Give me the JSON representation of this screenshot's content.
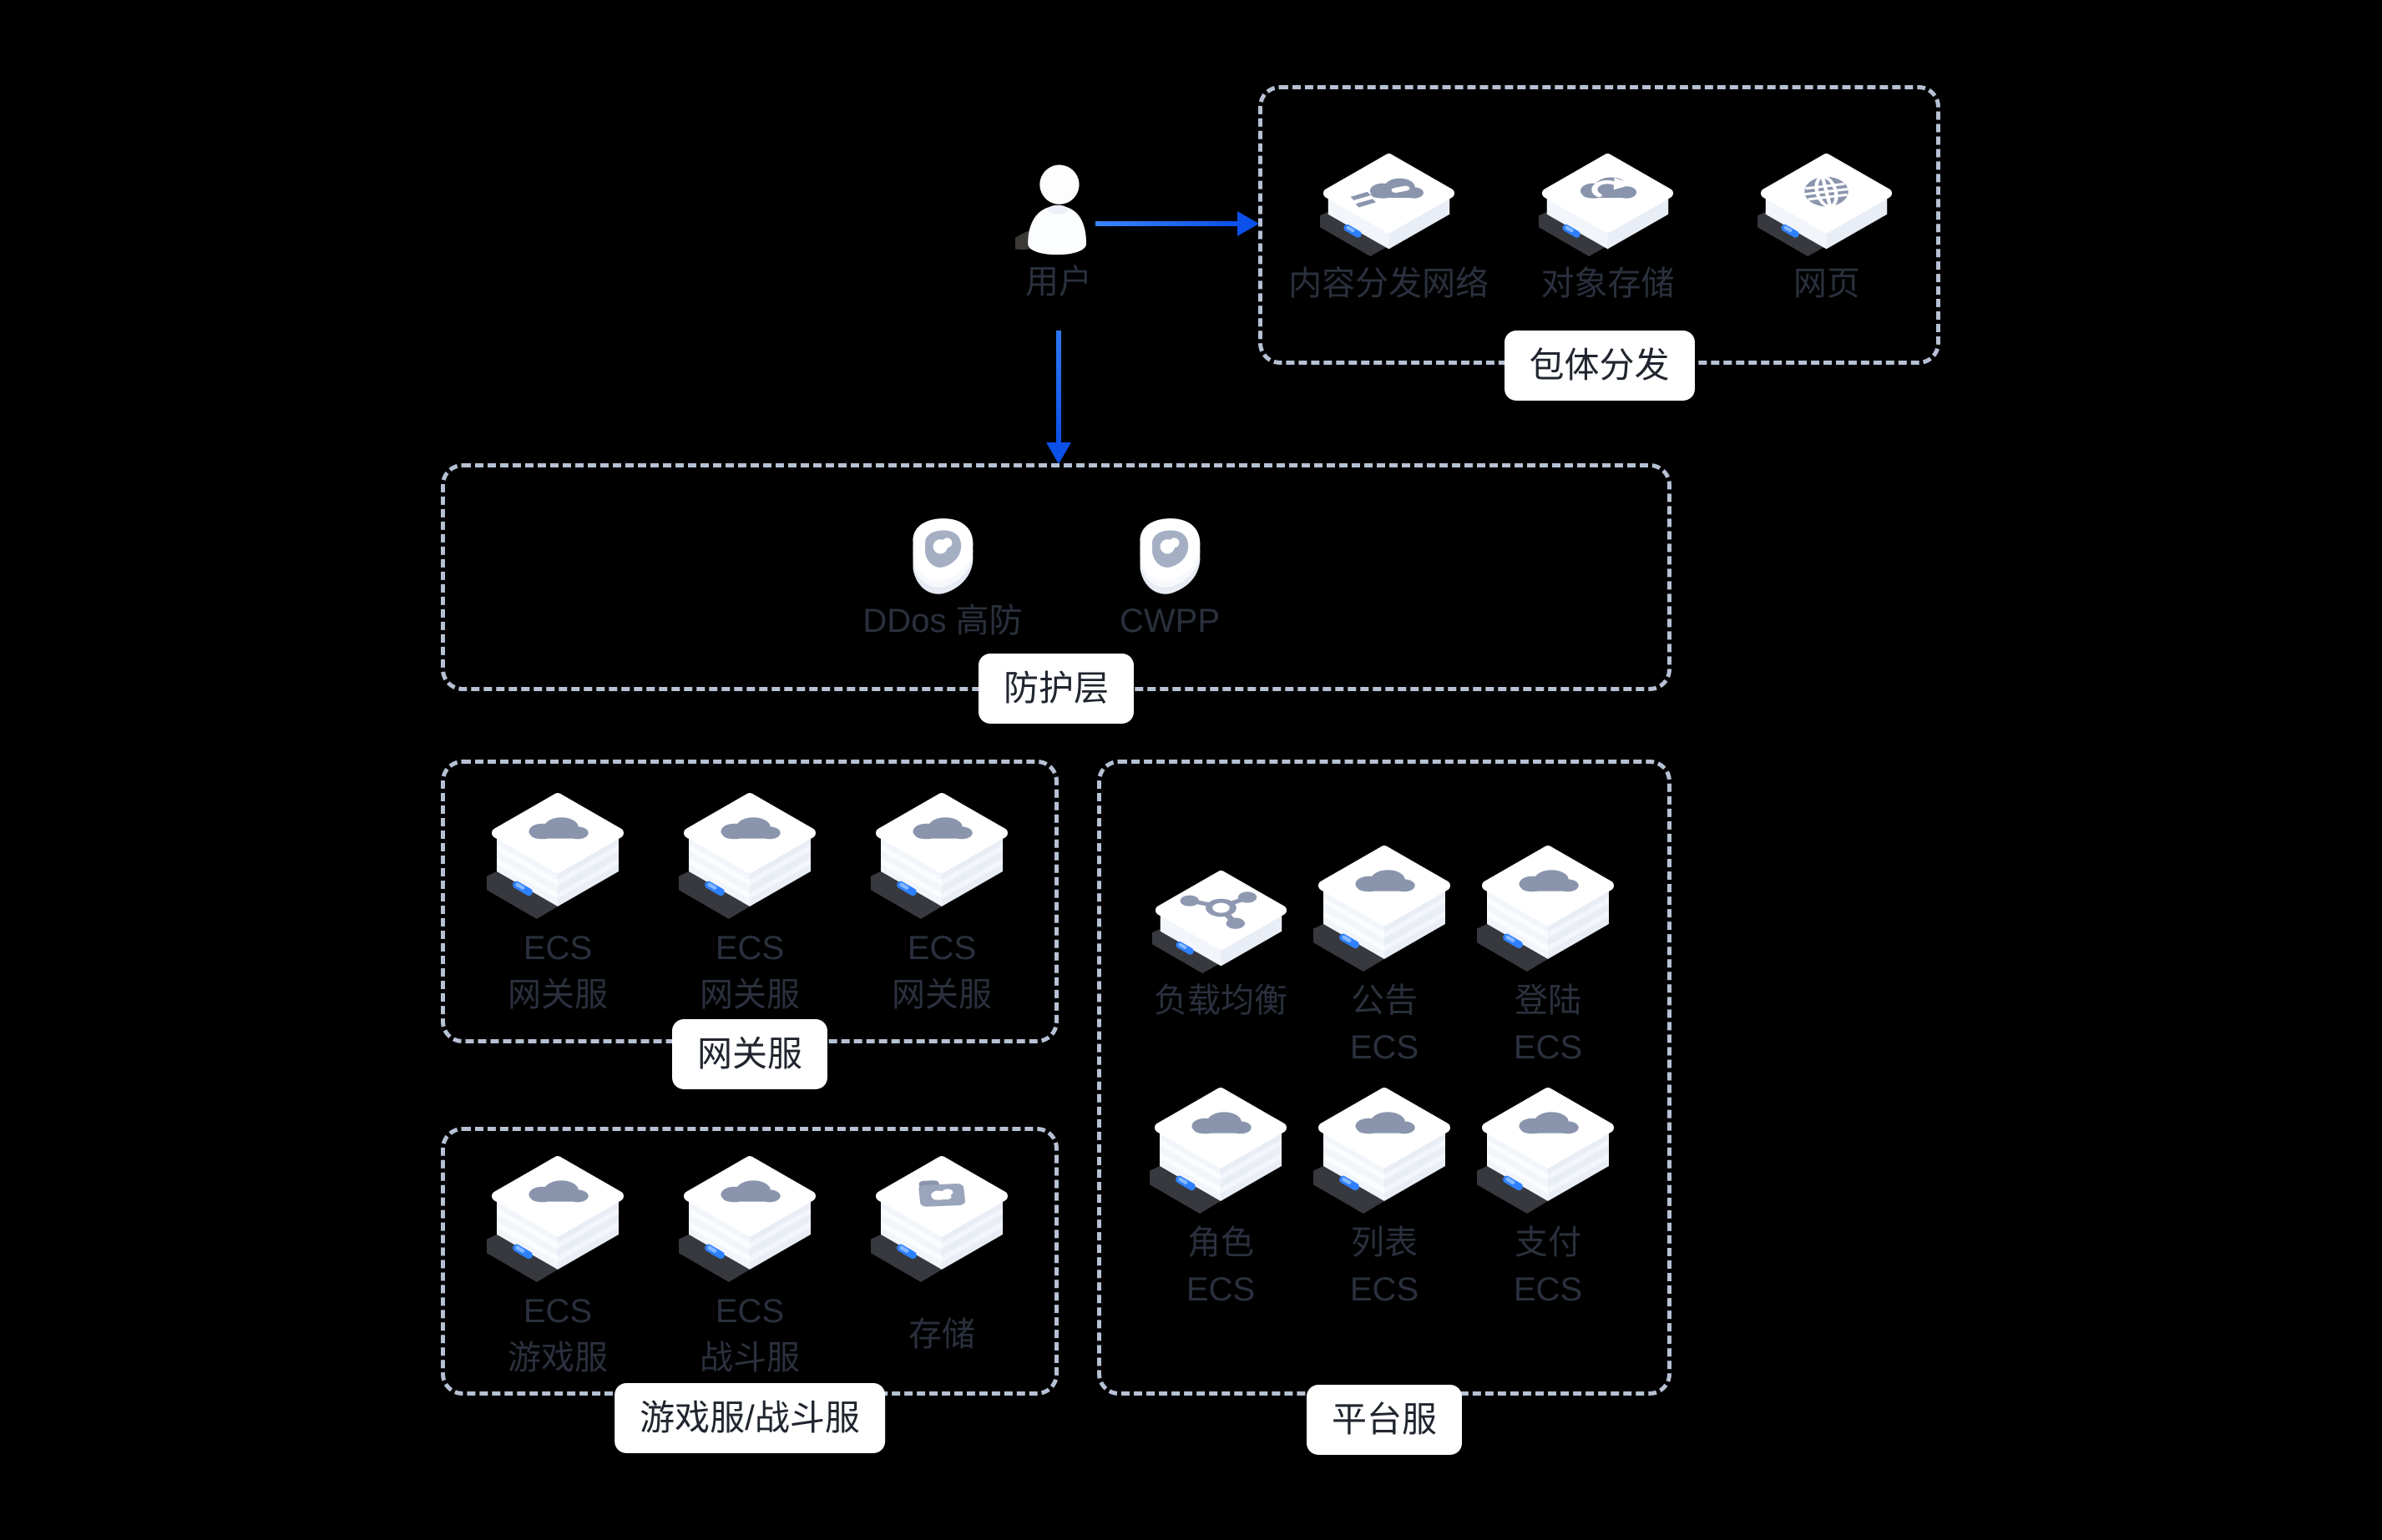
{
  "colors": {
    "background": "#000000",
    "box_border": "#b7c1d4",
    "arrow_blue": "#0b50e9",
    "label_text": "#2a303d",
    "pill_background": "#ffffff",
    "pill_text": "#20252f",
    "icon_glyph_gray": "#8a95ad",
    "led_blue": "#2f80ff"
  },
  "user": {
    "label": "用户"
  },
  "boxes": {
    "package_distribution": {
      "title": "包体分发",
      "items": [
        {
          "icon": "cdn-icon",
          "label": "内容分发网络"
        },
        {
          "icon": "object-storage-icon",
          "label": "对象存储"
        },
        {
          "icon": "webpage-icon",
          "label": "网页"
        }
      ]
    },
    "protection_layer": {
      "title": "防护层",
      "items": [
        {
          "icon": "ddos-shield-icon",
          "label": "DDos 高防"
        },
        {
          "icon": "cwpp-shield-icon",
          "label": "CWPP"
        }
      ]
    },
    "gateway": {
      "title": "网关服",
      "items": [
        {
          "icon": "ecs-server-icon",
          "line1": "ECS",
          "line2": "网关服"
        },
        {
          "icon": "ecs-server-icon",
          "line1": "ECS",
          "line2": "网关服"
        },
        {
          "icon": "ecs-server-icon",
          "line1": "ECS",
          "line2": "网关服"
        }
      ]
    },
    "game_battle": {
      "title": "游戏服/战斗服",
      "items": [
        {
          "icon": "ecs-server-icon",
          "line1": "ECS",
          "line2": "游戏服"
        },
        {
          "icon": "ecs-server-icon",
          "line1": "ECS",
          "line2": "战斗服"
        },
        {
          "icon": "storage-server-icon",
          "line1": "存储"
        }
      ]
    },
    "platform": {
      "title": "平台服",
      "row1": [
        {
          "icon": "load-balancer-icon",
          "line1": "负载均衡"
        },
        {
          "icon": "ecs-server-icon",
          "line1": "公告",
          "line2": "ECS"
        },
        {
          "icon": "ecs-server-icon",
          "line1": "登陆",
          "line2": "ECS"
        }
      ],
      "row2": [
        {
          "icon": "ecs-server-icon",
          "line1": "角色",
          "line2": "ECS"
        },
        {
          "icon": "ecs-server-icon",
          "line1": "列表",
          "line2": "ECS"
        },
        {
          "icon": "ecs-server-icon",
          "line1": "支付",
          "line2": "ECS"
        }
      ]
    }
  }
}
